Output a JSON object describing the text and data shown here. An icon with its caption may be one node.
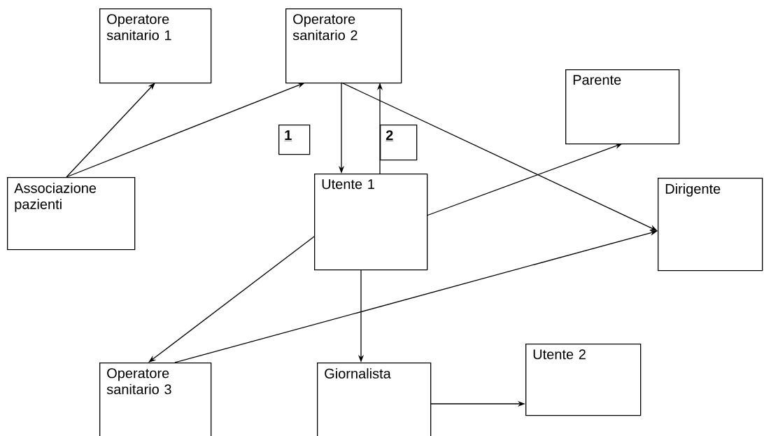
{
  "diagram": {
    "nodes": [
      {
        "text": [
          "Operatore sanitario 1"
        ]
      },
      {
        "text": [
          "Operatore sanitario 2"
        ]
      },
      {
        "text": [
          "Parente"
        ]
      },
      {
        "text": [
          "Associazione pazienti"
        ]
      },
      {
        "text": [
          "1"
        ]
      },
      {
        "text": [
          "2"
        ]
      },
      {
        "text": [
          "Utente 1"
        ]
      },
      {
        "text": [
          "Dirigente"
        ]
      },
      {
        "text": [
          "Operatore sanitario 3"
        ]
      },
      {
        "text": [
          "Giornalista"
        ]
      },
      {
        "text": [
          "Utente 2"
        ]
      }
    ],
    "edges": [
      {
        "from": 3,
        "to": 0,
        "arrow": "to"
      },
      {
        "from": 3,
        "to": 1,
        "arrow": "to"
      },
      {
        "from": 1,
        "to": 6,
        "arrow": "to"
      },
      {
        "from": 6,
        "to": 1,
        "arrow": "to"
      },
      {
        "from": 1,
        "to": 7,
        "arrow": "to"
      },
      {
        "from": 6,
        "to": 2,
        "arrow": "to"
      },
      {
        "from": 6,
        "to": 8,
        "arrow": "to"
      },
      {
        "from": 8,
        "to": 7,
        "arrow": "to"
      },
      {
        "from": 6,
        "to": 9,
        "arrow": "to"
      },
      {
        "from": 9,
        "to": 10,
        "arrow": "to"
      }
    ]
  }
}
